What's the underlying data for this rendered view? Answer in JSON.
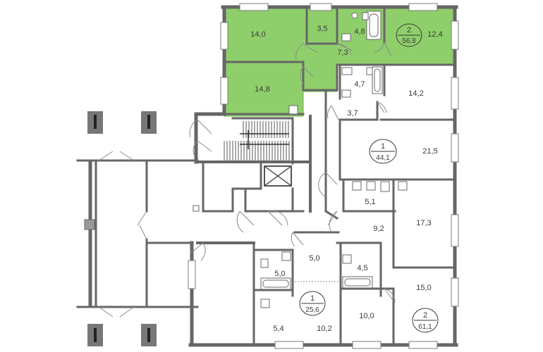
{
  "colors": {
    "highlight": "#8fcf6b",
    "highlight_border": "#6fb04a",
    "wall": "#666666",
    "window": "#ffffff",
    "text": "#3a3a3a"
  },
  "apartments": [
    {
      "id": "apt-top",
      "rooms_label": "2",
      "total_area": "56,8"
    },
    {
      "id": "apt-mid",
      "rooms_label": "1",
      "total_area": "44,1"
    },
    {
      "id": "apt-bottom-left",
      "rooms_label": "1",
      "total_area": "25,6"
    },
    {
      "id": "apt-bottom-right",
      "rooms_label": "2",
      "total_area": "61,1"
    }
  ],
  "rooms": [
    {
      "name": "room-a",
      "area": "14,0"
    },
    {
      "name": "room-b",
      "area": "3,5"
    },
    {
      "name": "room-c",
      "area": "4,8"
    },
    {
      "name": "room-d",
      "area": "12,4"
    },
    {
      "name": "room-e",
      "area": "7,3"
    },
    {
      "name": "room-f",
      "area": "14,8"
    },
    {
      "name": "room-g",
      "area": "4,7"
    },
    {
      "name": "room-h",
      "area": "14,2"
    },
    {
      "name": "room-i",
      "area": "3,7"
    },
    {
      "name": "room-j",
      "area": "21,5"
    },
    {
      "name": "room-k",
      "area": "5,1"
    },
    {
      "name": "room-l",
      "area": "9,2"
    },
    {
      "name": "room-m",
      "area": "17,3"
    },
    {
      "name": "room-n",
      "area": "5,0"
    },
    {
      "name": "room-o",
      "area": "5,0"
    },
    {
      "name": "room-p",
      "area": "4,5"
    },
    {
      "name": "room-q",
      "area": "15,0"
    },
    {
      "name": "room-r",
      "area": "10,0"
    },
    {
      "name": "room-s",
      "area": "5,4"
    },
    {
      "name": "room-t",
      "area": "10,2"
    }
  ]
}
